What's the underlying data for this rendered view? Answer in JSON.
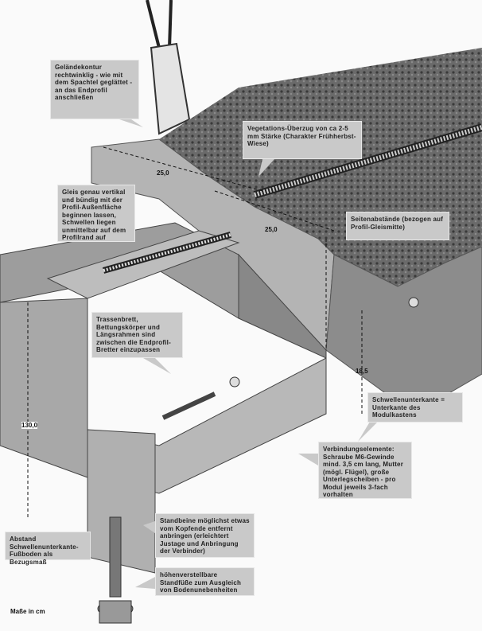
{
  "callouts": {
    "terrain_contour": "Geländekontur rechtwinklig - wie mit dem Spachtel geglättet - an das Endprofil anschließen",
    "vegetation": "Vegetations-Überzug von ca 2-5 mm Stärke (Charakter Frühherbst-Wiese)",
    "track_alignment": "Gleis genau vertikal und bündig mit der Profil-Außenfläche beginnen lassen, Schwellen liegen unmittelbar auf dem Profilrand auf",
    "side_distances": "Seitenabstände (bezogen auf Profil-Gleismitte)",
    "track_board": "Trassenbrett, Bettungskörper und Längsrahmen sind zwischen die Endprofil-Bretter einzupassen",
    "sleeper_bottom": "Schwellenunterkante = Unterkante des Modulkastens",
    "connectors": "Verbindungselemente: Schraube M6-Gewinde mind. 3,5 cm lang, Mutter (mögl. Flügel), große Unterlegscheiben - pro Modul jeweils 3-fach vorhalten",
    "floor_distance": "Abstand Schwellenunterkante-Fußboden als Bezugsmaß",
    "legs": "Standbeine möglichst etwas vom Kopfende entfernt anbringen (erleichtert Justage und Anbringung der Verbinder)",
    "feet": "höhenverstellbare Standfüße zum Ausgleich von Bodenunebenheiten"
  },
  "dimensions": {
    "left_side": "25,0",
    "right_side": "25,0",
    "height_right": "18,5",
    "height_floor": "130,0"
  },
  "footer": "Maße in cm"
}
